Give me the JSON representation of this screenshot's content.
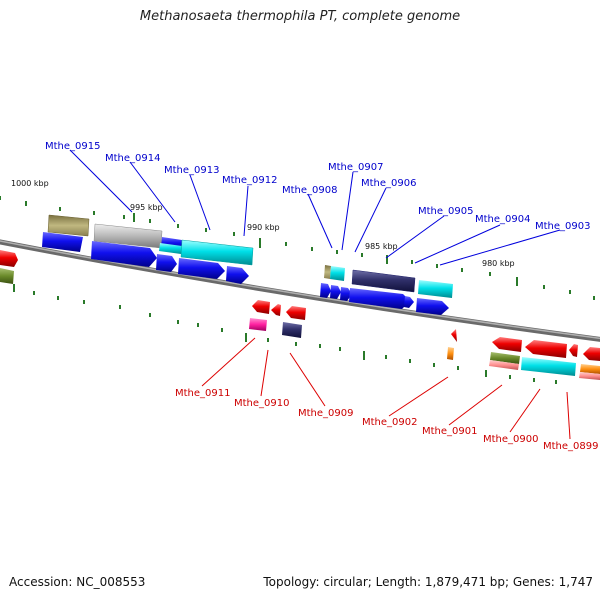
{
  "title": "Methanosaeta thermophila PT, complete genome",
  "footer": {
    "accession": "Accession: NC_008553",
    "summary": "Topology: circular; Length: 1,879,471 bp; Genes: 1,747"
  },
  "scale_labels": [
    "1000 kbp",
    "995 kbp",
    "990 kbp",
    "985 kbp",
    "980 kbp"
  ],
  "top_genes": [
    "Mthe_0915",
    "Mthe_0914",
    "Mthe_0913",
    "Mthe_0912",
    "Mthe_0908",
    "Mthe_0907",
    "Mthe_0906",
    "Mthe_0905",
    "Mthe_0904",
    "Mthe_0903"
  ],
  "bottom_genes": [
    "Mthe_0911",
    "Mthe_0910",
    "Mthe_0909",
    "Mthe_0902",
    "Mthe_0901",
    "Mthe_0900",
    "Mthe_0899"
  ],
  "colors": {
    "forward_cds": "#1010e8",
    "reverse_cds": "#ee0000",
    "cyan_feature": "#00e0e8",
    "gray_feature": "#b8b8b8",
    "olive_feature": "#a8a060",
    "navy_feature": "#20206a",
    "magenta_feature": "#ff2aa0",
    "green_feature": "#6a8a2a",
    "orange_feature": "#ff9010",
    "backbone": "#808080",
    "tick": "#2a7a2a",
    "top_label": "#0000cc",
    "bottom_label": "#cc0000"
  }
}
